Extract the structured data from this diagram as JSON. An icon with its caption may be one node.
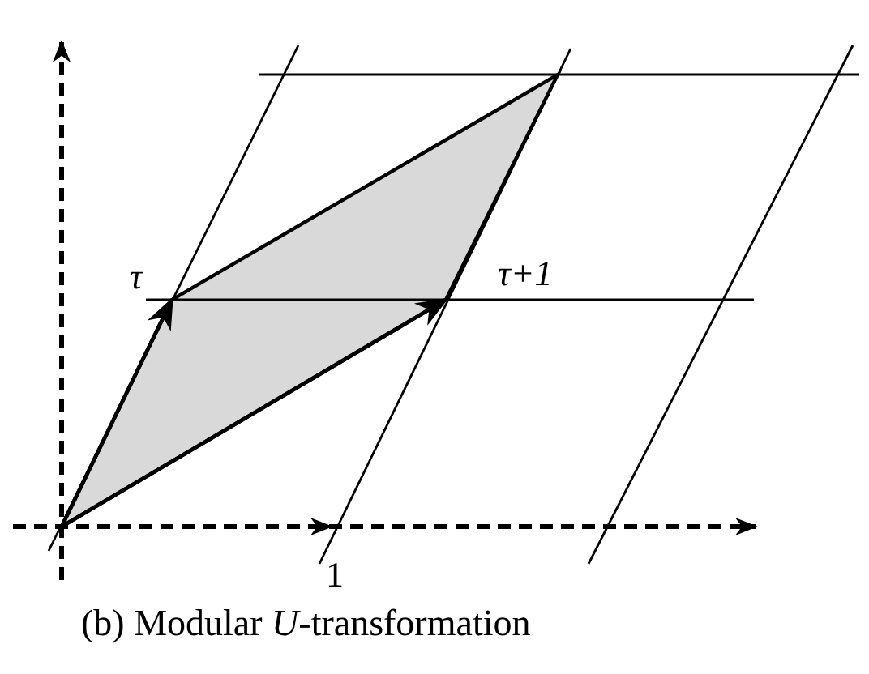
{
  "diagram": {
    "caption": "(b) Modular *U*-transformation",
    "labels": [
      "τ",
      "τ+1",
      "1"
    ]
  }
}
